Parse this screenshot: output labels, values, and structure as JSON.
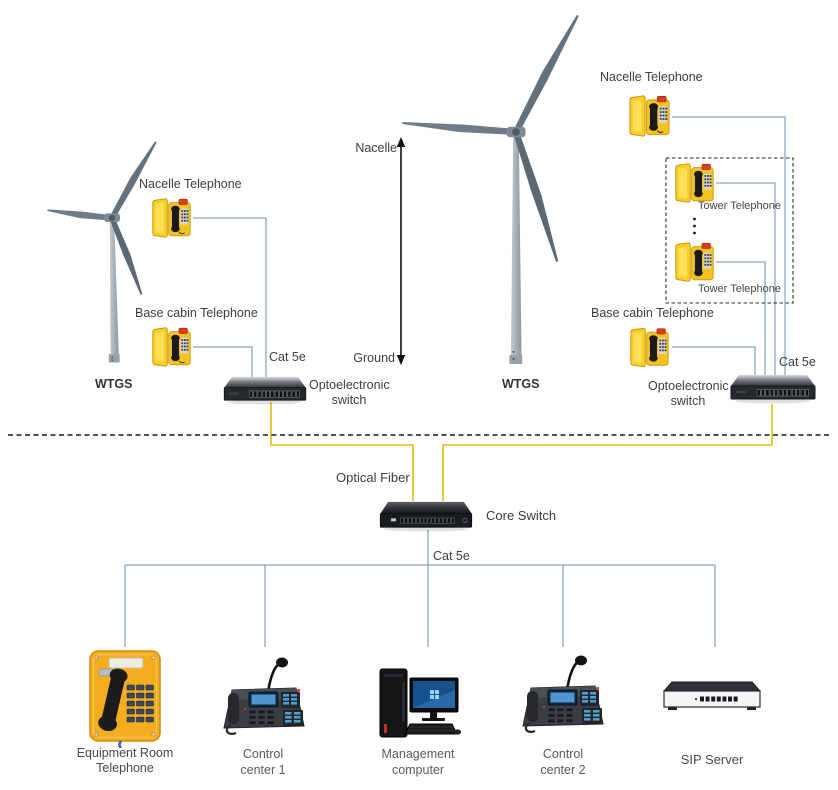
{
  "palette": {
    "cat5e_line": "#8aa6c4",
    "fiber_line": "#e4be11",
    "phone_yellow": "#f6c31c",
    "alarm_red": "#d84019"
  },
  "left_site": {
    "nacelle_phone_label": "Nacelle Telephone",
    "base_phone_label": "Base cabin Telephone",
    "turbine_label": "WTGS",
    "cable_label": "Cat 5e",
    "switch_label": "Optoelectronic\nswitch"
  },
  "right_site": {
    "nacelle_phone_label": "Nacelle Telephone",
    "tower_phone_top_label": "Tower Telephone",
    "tower_phone_bottom_label": "Tower Telephone",
    "base_phone_label": "Base cabin Telephone",
    "turbine_label": "WTGS",
    "cable_label": "Cat 5e",
    "switch_label": "Optoelectronic\nswitch"
  },
  "height_axis": {
    "top_label": "Nacelle",
    "bottom_label": "Ground"
  },
  "backbone": {
    "fiber_label": "Optical Fiber",
    "core_switch_label": "Core Switch",
    "cable_label": "Cat 5e"
  },
  "control_room": {
    "equipment_room_phone_label": "Equipment Room\nTelephone",
    "control_center_1_label": "Control\ncenter 1",
    "management_computer_label": "Management\ncomputer",
    "control_center_2_label": "Control\ncenter 2",
    "sip_server_label": "SIP Server"
  }
}
